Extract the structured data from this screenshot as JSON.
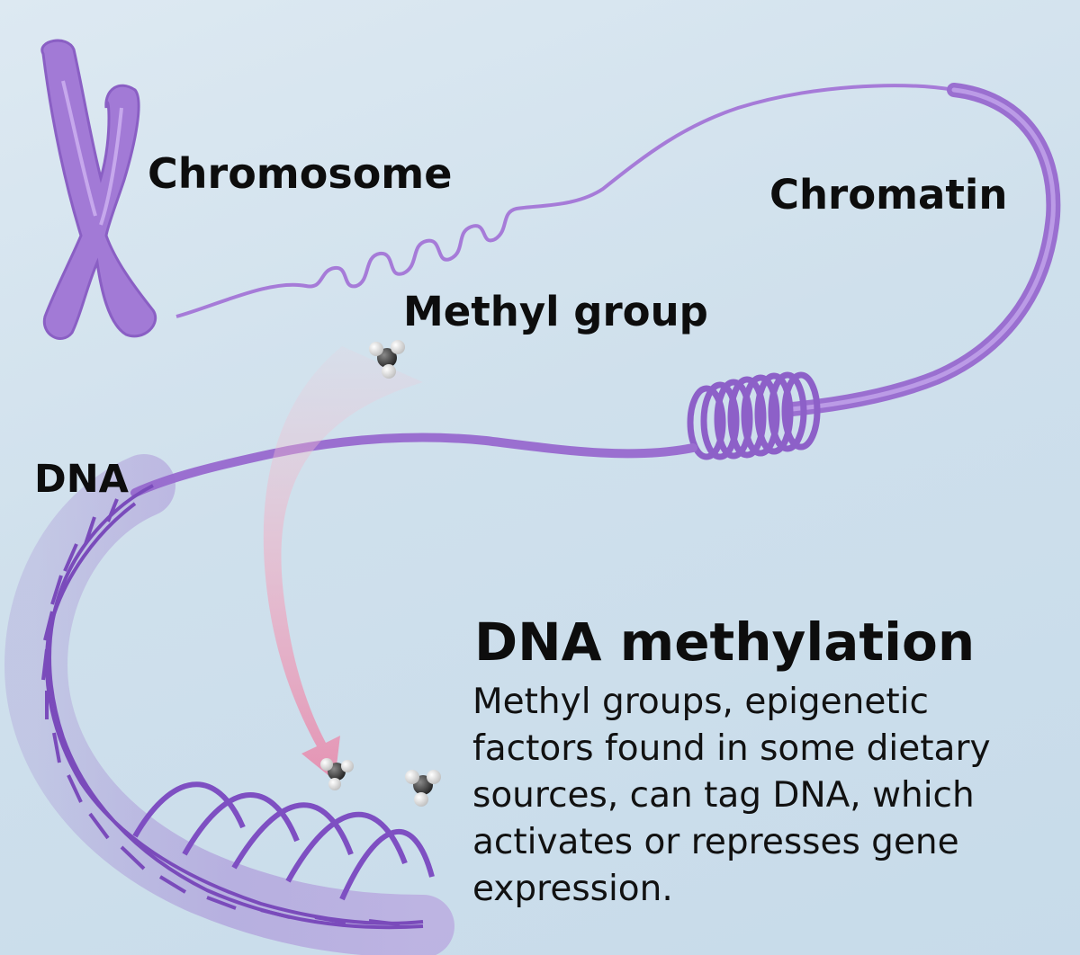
{
  "labels": {
    "chromosome": "Chromosome",
    "chromatin": "Chromatin",
    "methyl_group": "Methyl group",
    "dna": "DNA"
  },
  "caption": {
    "title": "DNA methylation",
    "body": "Methyl groups, epigenetic factors found in some dietary sources, can tag DNA, which activates or represses gene expression."
  },
  "colors": {
    "background": "#d3e3ee",
    "strand": "#9a6fd0",
    "strand_dark": "#6a3fa8",
    "arrow": "#e7a6c0",
    "methyl_carbon": "#3a3a3a",
    "methyl_hydrogen": "#f2f2f2"
  },
  "icons": [
    "chromosome-icon",
    "methyl-group-icon"
  ]
}
